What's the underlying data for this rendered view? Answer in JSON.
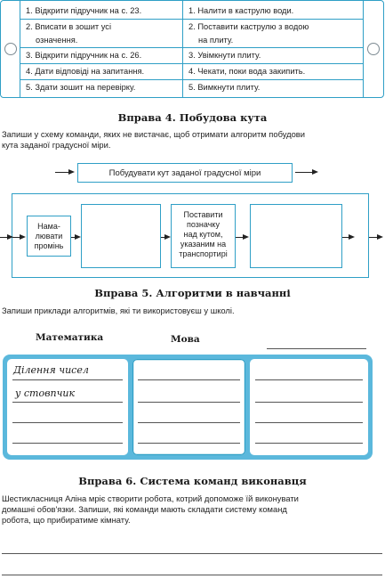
{
  "top_table": {
    "left_items": [
      "1. Відкрити підручник на с. 23.",
      "2. Вписати в зошит усі",
      "означення.",
      "3. Відкрити підручник на с. 26.",
      "4. Дати відповіді на запитання.",
      "5. Здати зошит на перевірку."
    ],
    "right_items": [
      "1. Налити в каструлю води.",
      "2. Поставити каструлю з водою",
      "на плиту.",
      "3. Увімкнути плиту.",
      "4. Чекати, поки вода закипить.",
      "5. Вимкнути плиту."
    ]
  },
  "ex4": {
    "title": "Вправа 4. Побудова кута",
    "instruction_1": "Запиши у схему команди, яких не вистачає, щоб отримати алгоритм побудови",
    "instruction_2": "кута заданої градусної міри.",
    "header_box": "Побудувати кут заданої градусної міри",
    "step1": [
      "Нама-",
      "лювати",
      "промінь"
    ],
    "step3": [
      "Поставити",
      "позначку",
      "над кутом,",
      "указаним на",
      "транспортирі"
    ]
  },
  "ex5": {
    "title": "Вправа 5. Алгоритми в навчанні",
    "instruction": "Запиши приклади алгоритмів, які ти використовуєш у школі.",
    "col1": "Математика",
    "col2": "Мова",
    "handwritten_1": "Ділення чисел",
    "handwritten_2": "у стовпчик"
  },
  "ex6": {
    "title": "Вправа 6. Система команд виконавця",
    "text_1": "Шестикласниця Аліна мріє створити робота, котрий допоможе їй виконувати",
    "text_2": "домашні обов'язки. Запиши, які команди мають складати систему команд",
    "text_3": "робота, що прибиратиме кімнату."
  },
  "colors": {
    "accent": "#2f9fc6",
    "panel_fill": "#5bb8dc"
  }
}
